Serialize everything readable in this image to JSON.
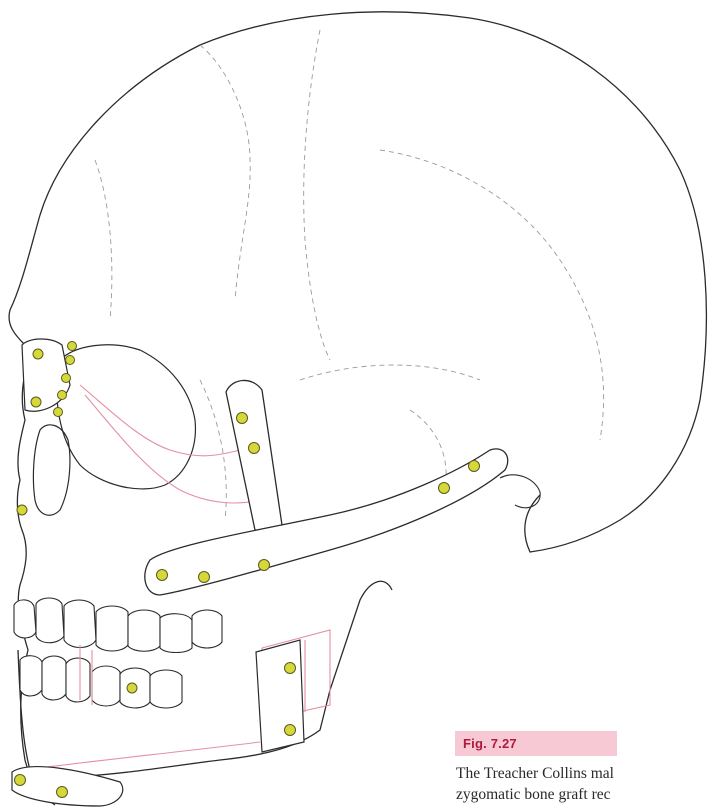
{
  "figure": {
    "label": "Fig. 7.27",
    "caption_lines": [
      "The Treacher Collins mal",
      "zygomatic bone graft rec"
    ],
    "colors": {
      "outline": "#2b2b2b",
      "hidden_line": "#9a9a9a",
      "graft_outline": "#e58fa3",
      "screw_fill": "#d6d83a",
      "label_bg": "#f7c9d4",
      "label_text": "#b01a3c"
    }
  }
}
